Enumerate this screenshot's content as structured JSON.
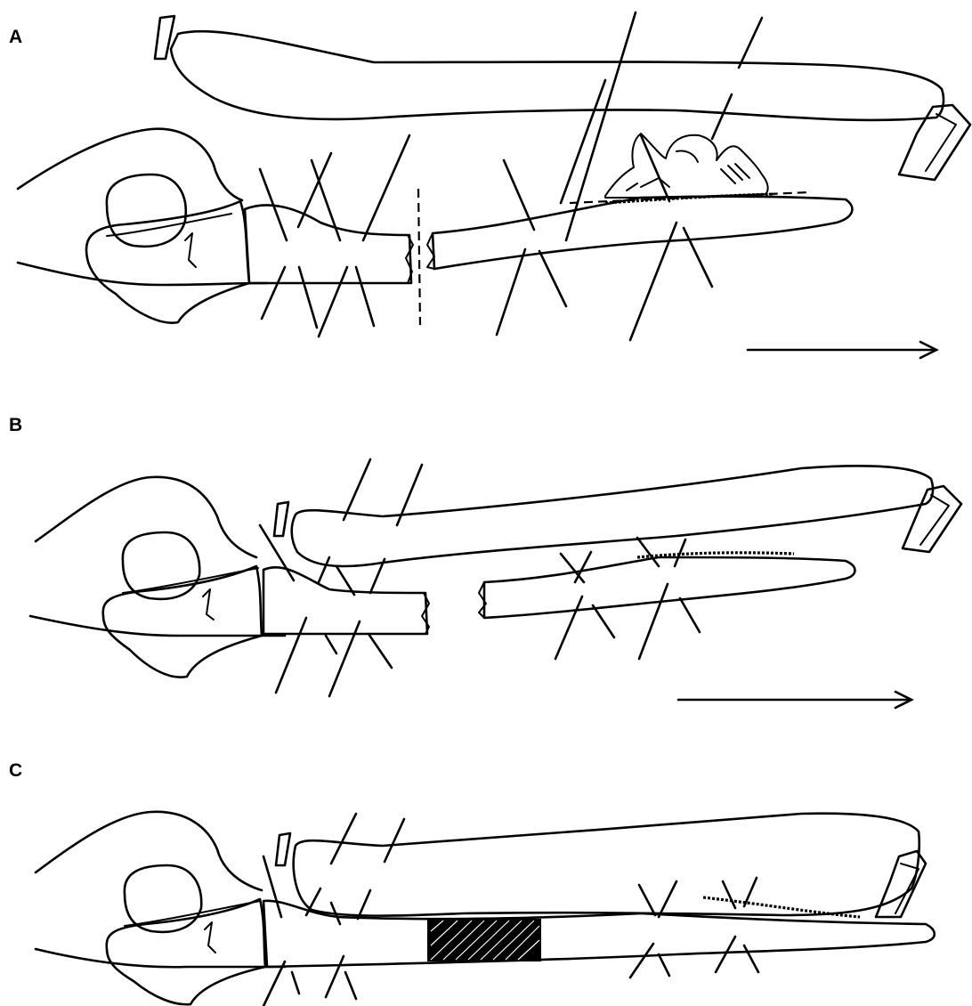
{
  "panels": [
    {
      "label": "A"
    },
    {
      "label": "B"
    },
    {
      "label": "C"
    }
  ],
  "colors": {
    "ink": "#000000",
    "background": "#ffffff"
  }
}
